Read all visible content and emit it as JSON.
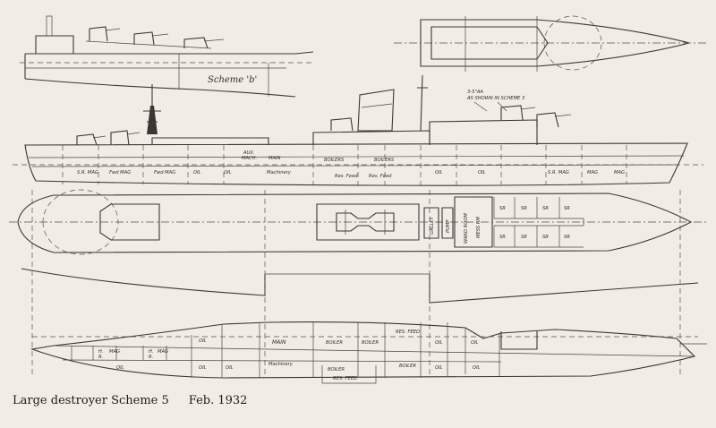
{
  "caption": {
    "title": "Large destroyer Scheme 5",
    "date": "Feb. 1932"
  },
  "labels": {
    "scheme_b": "Scheme 'b'",
    "note_line1": "3-5\"AA",
    "note_line2": "AS SHOWN IN SCHEME 3",
    "profile": {
      "aux_mach_1": "AUX.",
      "aux_mach_2": "MACH.",
      "main": "MAIN",
      "boilers_1": "BOILERS",
      "boilers_2": "BOILERS",
      "sr_mag": "S.R. MAG",
      "fwd_mag_1": "Fwd MAG",
      "fwd_mag_2": "Fwd MAG",
      "oil_1": "OIL",
      "oil_2": "OIL",
      "machinery": "Machinery",
      "res_feed_1": "Res. Feed",
      "res_feed_2": "Res. Feed",
      "oil_3": "OIL",
      "oil_4": "OIL",
      "aft_mag_1": "S.R. MAG",
      "aft_mag_2": "MAG",
      "aft_mag_3": "MAG"
    },
    "deck": {
      "galley": "GALLEY",
      "pump": "PUMP",
      "ward_room": "WARD ROOM",
      "mess": "MESS RM",
      "sr": "SR"
    },
    "hold": {
      "oil_a": "OIL",
      "main": "MAIN",
      "machinery": "Machinery",
      "boiler_1": "BOILER",
      "boiler_2": "BOILER",
      "boiler_3": "BOILER",
      "boiler_4": "BOILER",
      "res_feed_1": "RES. FEED",
      "res_feed_2": "RES. FEED",
      "oil_b": "OIL",
      "oil_c": "OIL",
      "oil_d": "OIL",
      "oil_e": "OIL",
      "oil_f": "OIL",
      "oil_g": "OIL",
      "oil_h": "OIL",
      "mag_1": "MAG",
      "mag_2": "MAG",
      "hr_1": "H.",
      "hr_2": "R.",
      "hr_3": "H.",
      "hr_4": "R."
    }
  }
}
